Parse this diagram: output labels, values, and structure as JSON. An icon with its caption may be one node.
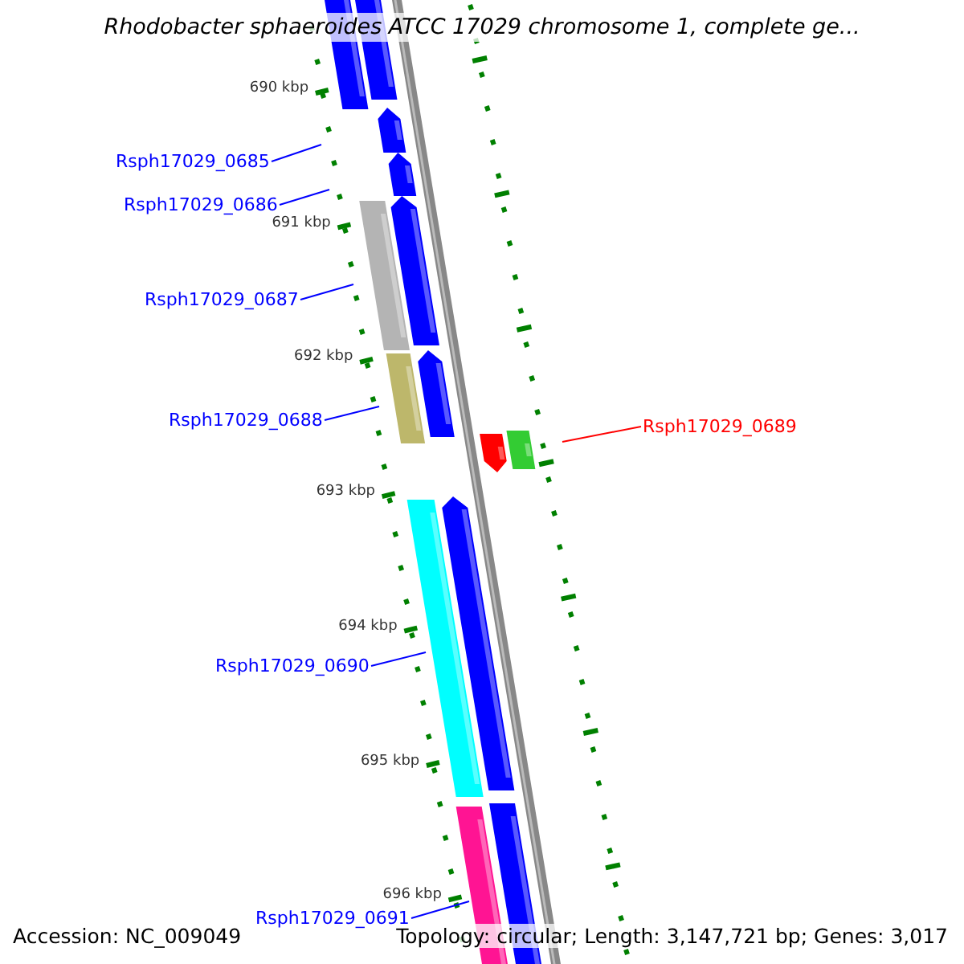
{
  "diagram": {
    "title": "Rhodobacter sphaeroides ATCC 17029 chromosome 1, complete ge...",
    "nodes": [
      {
        "text": [
          "Rsph17029_0685"
        ]
      },
      {
        "text": [
          "Rsph17029_0686"
        ]
      },
      {
        "text": [
          "Rsph17029_0687"
        ]
      },
      {
        "text": [
          "Rsph17029_0688"
        ]
      },
      {
        "text": [
          "Rsph17029_0689"
        ]
      },
      {
        "text": [
          "Rsph17029_0690"
        ]
      },
      {
        "text": [
          "Rsph17029_0691"
        ]
      }
    ],
    "edges": [
      {
        "from": 0,
        "to": null,
        "arrow": "none"
      },
      {
        "from": 1,
        "to": null,
        "arrow": "none"
      },
      {
        "from": 2,
        "to": null,
        "arrow": "none"
      },
      {
        "from": 3,
        "to": null,
        "arrow": "none"
      },
      {
        "from": 4,
        "to": null,
        "arrow": "none",
        "color": "#ff0000"
      },
      {
        "from": 5,
        "to": null,
        "arrow": "none"
      },
      {
        "from": 6,
        "to": null,
        "arrow": "none"
      }
    ],
    "labels": [
      "690 kbp",
      "691 kbp",
      "692 kbp",
      "693 kbp",
      "694 kbp",
      "695 kbp",
      "696 kbp",
      "Accession: NC_009049",
      "Topology: circular; Length: 3,147,721 bp; Genes: 3,017"
    ]
  }
}
